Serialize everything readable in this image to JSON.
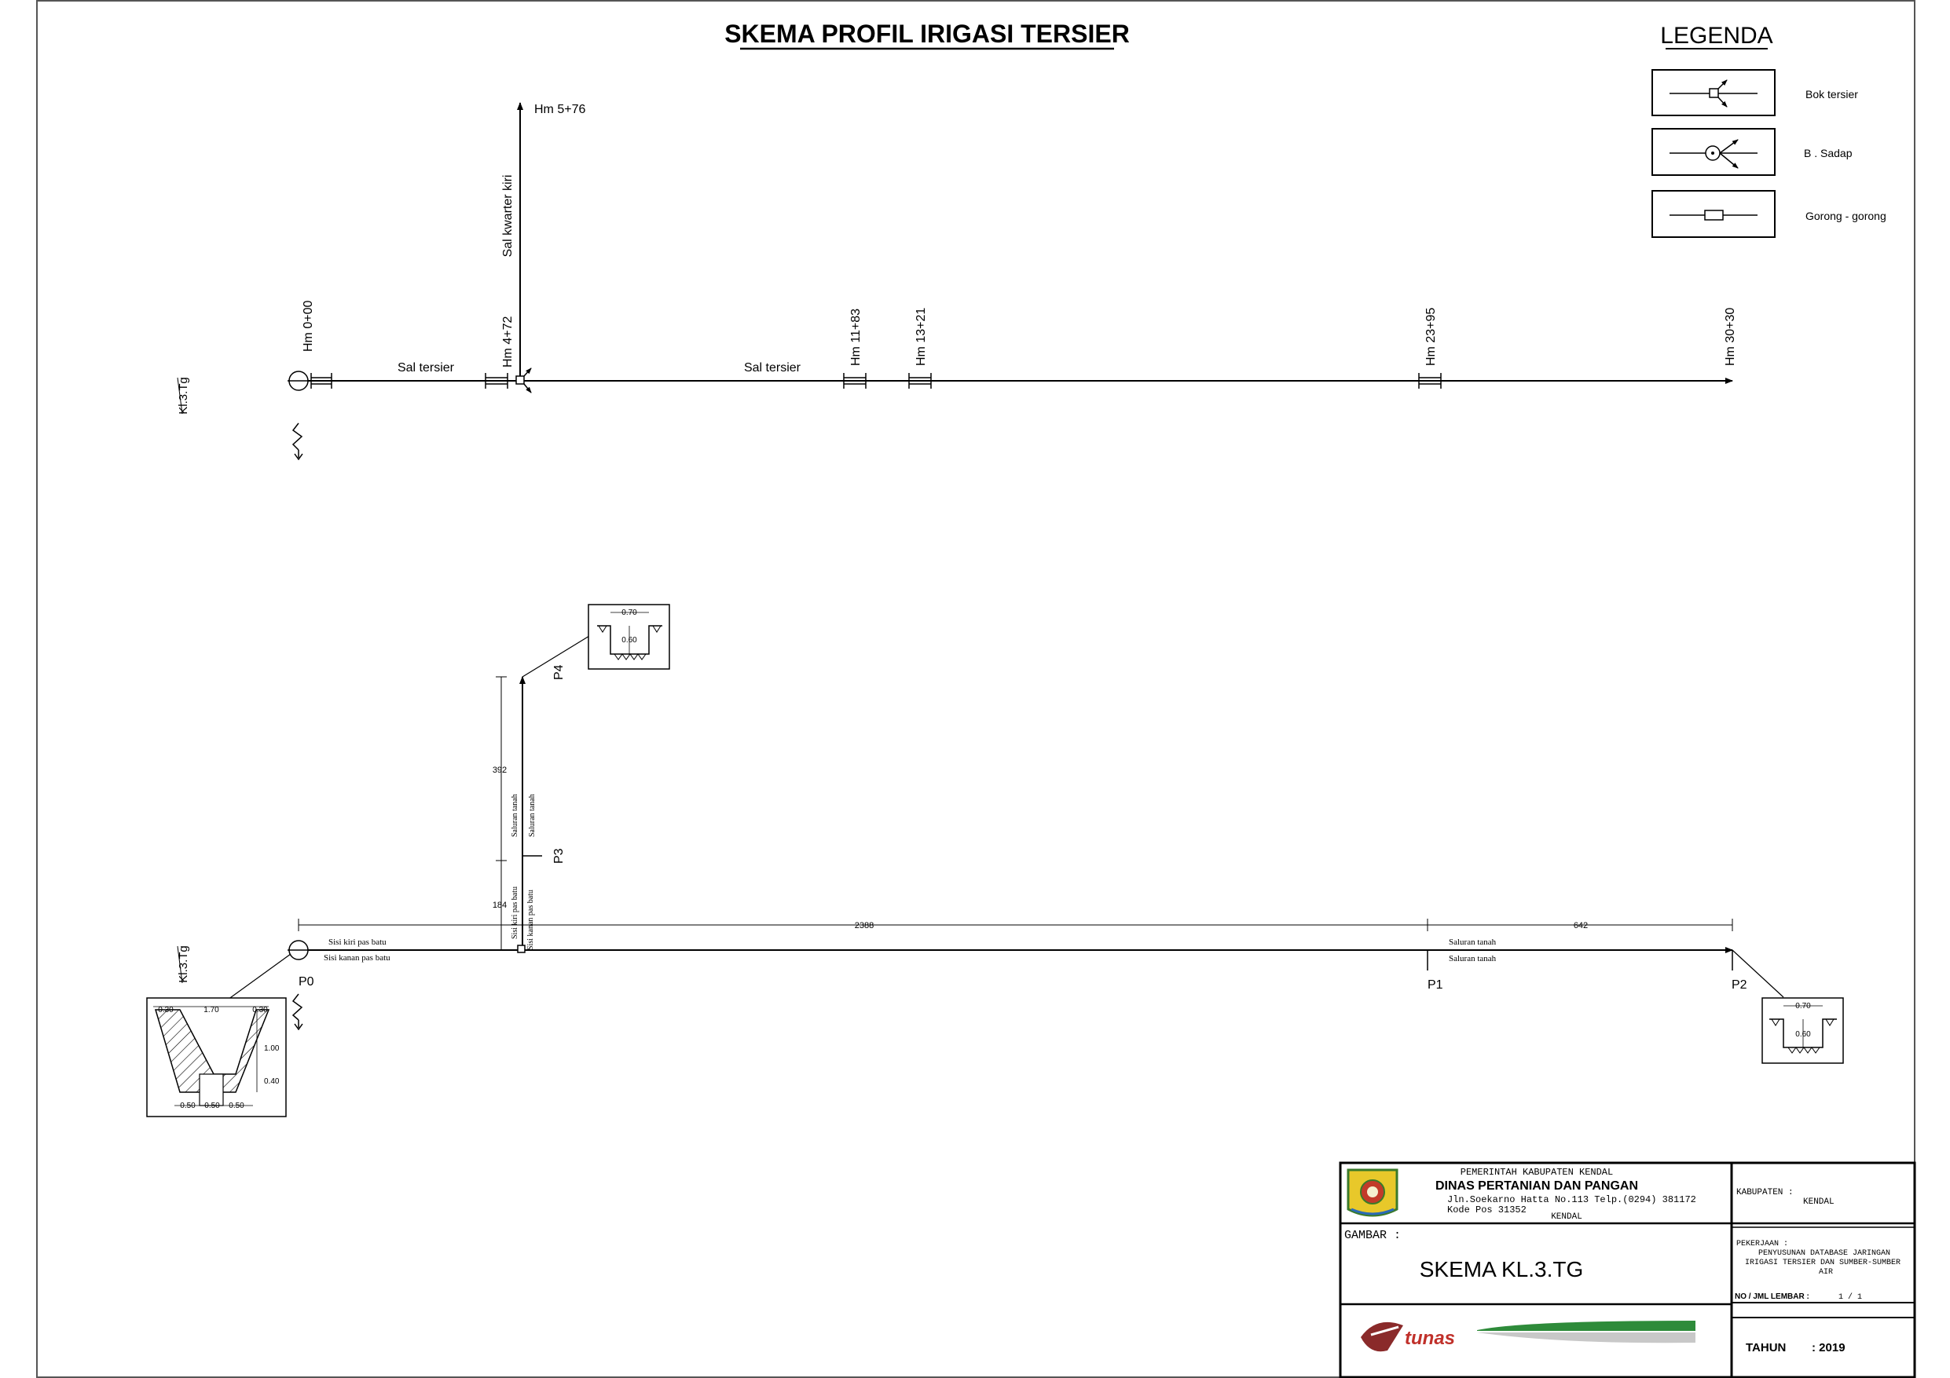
{
  "title": "SKEMA PROFIL IRIGASI TERSIER",
  "legend": {
    "title": "LEGENDA",
    "items": [
      {
        "label": "Bok tersier",
        "icon": "bok-tersier-symbol"
      },
      {
        "label": "B . Sadap",
        "icon": "bangunan-sadap-symbol"
      },
      {
        "label": "Gorong - gorong",
        "icon": "gorong-gorong-symbol"
      }
    ]
  },
  "top_scheme": {
    "code": "Kl.3.Tg",
    "main_channel_label_1": "Sal tersier",
    "main_channel_label_2": "Sal tersier",
    "branch_label": "Sal kwarter kiri",
    "branch_end": "Hm 5+76",
    "stations": [
      "Hm 0+00",
      "Hm 4+72",
      "Hm 11+83",
      "Hm 13+21",
      "Hm 23+95",
      "Hm 30+30"
    ]
  },
  "bottom_scheme": {
    "code": "Kl.3.Tg",
    "points": {
      "p0": "P0",
      "p1": "P1",
      "p2": "P2",
      "p3": "P3",
      "p4": "P4"
    },
    "dimensions": {
      "main_1": "2388",
      "main_2": "642",
      "branch_1": "184",
      "branch_2": "392"
    },
    "labels": {
      "left_upper": "Sisi kiri pas batu",
      "left_lower": "Sisi kanan pas batu",
      "right_upper": "Saluran tanah",
      "right_lower": "Saluran tanah",
      "branch_lower_left": "Sisi kiri pas batu",
      "branch_lower_right": "Sisi kanan pas batu",
      "branch_upper_left": "Saluran tanah",
      "branch_upper_right": "Saluran tanah"
    },
    "section_trapezoid": {
      "top_left": "0.30",
      "top_mid": "1.70",
      "top_right": "0.30",
      "height": "1.00",
      "base_height": "0.40",
      "bottom_1": "0.50",
      "bottom_2": "0.50",
      "bottom_3": "0.50"
    },
    "section_p4": {
      "width": "0.70",
      "depth": "0.60"
    },
    "section_p2": {
      "width": "0.70",
      "depth": "0.60"
    }
  },
  "title_block": {
    "agency_line": "PEMERINTAH KABUPATEN KENDAL",
    "agency_name": "DINAS PERTANIAN DAN PANGAN",
    "address_line": "Jln.Soekarno Hatta No.113 Telp.(0294) 381172",
    "postal_line": "Kode Pos 31352",
    "city_line": "KENDAL",
    "kabupaten_label": "KABUPATEN :",
    "kabupaten_value": "KENDAL",
    "gambar_label": "GAMBAR :",
    "gambar_value": "SKEMA KL.3.TG",
    "pekerjaan_label": "PEKERJAAN :",
    "pekerjaan_line1": "PENYUSUNAN DATABASE JARINGAN",
    "pekerjaan_line2": "IRIGASI TERSIER DAN SUMBER-SUMBER",
    "pekerjaan_line3": "AIR",
    "lembar_label": "NO / JML LEMBAR :",
    "lembar_value": "1 / 1",
    "tahun_label": "TAHUN",
    "tahun_value": ": 2019",
    "logo_text": "tunas"
  }
}
